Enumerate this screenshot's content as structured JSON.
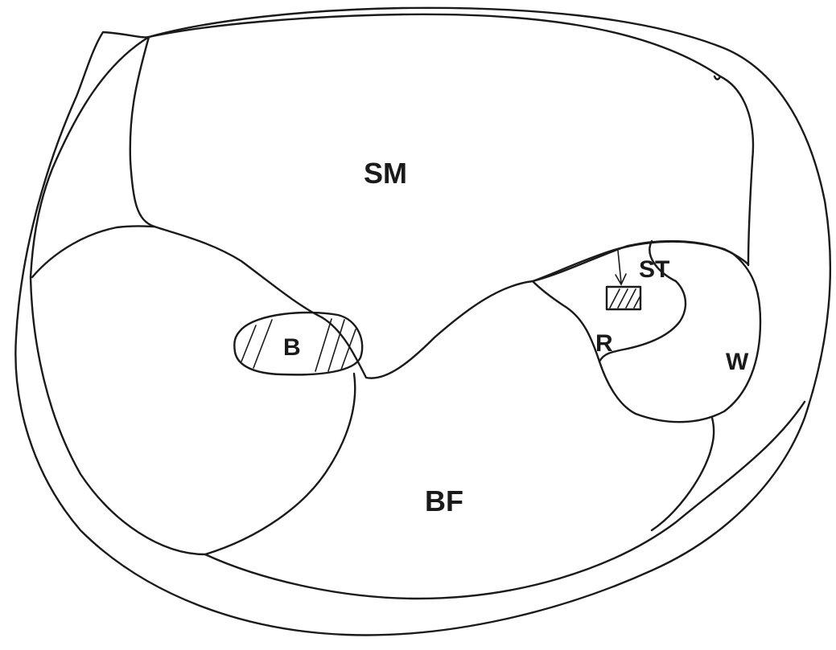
{
  "labels": {
    "sm": "SM",
    "bf": "BF",
    "b": "B",
    "st": "ST",
    "r": "R",
    "w": "W"
  },
  "colors": {
    "ink": "#1a1a1a",
    "background": "#ffffff"
  }
}
